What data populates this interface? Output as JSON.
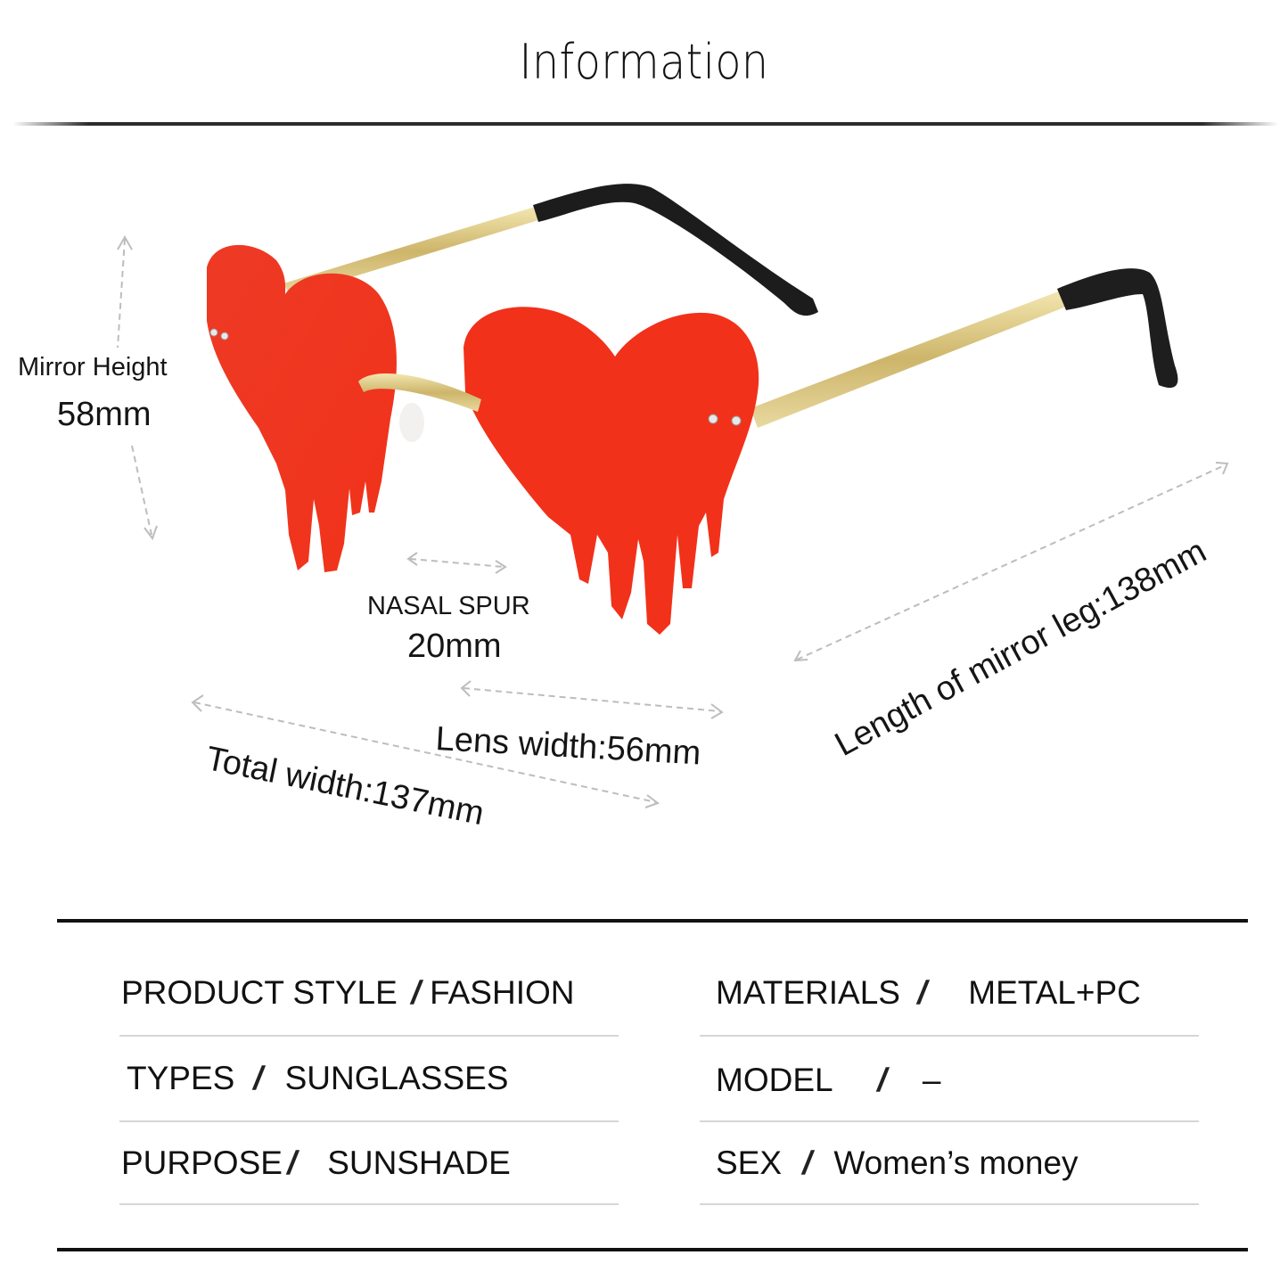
{
  "header": {
    "title": "Information"
  },
  "dimensions": {
    "mirror_height": {
      "label": "Mirror Height",
      "value": "58mm"
    },
    "nasal_spur": {
      "label": "NASAL SPUR",
      "value": "20mm"
    },
    "lens_width": {
      "text": "Lens width:56mm"
    },
    "total_width": {
      "text": "Total width:137mm"
    },
    "leg_length": {
      "text": "Length of mirror leg:138mm"
    }
  },
  "colors": {
    "lens_red": "#f2311a",
    "frame_gold": "#d9c78a",
    "tip_black": "#1c1c1c",
    "dash_gray": "#bdbdbd"
  },
  "specs": {
    "left": [
      {
        "key": "PRODUCT STYLE",
        "slash": "/",
        "value": "FASHION"
      },
      {
        "key": "TYPES",
        "slash": "/",
        "value": "SUNGLASSES"
      },
      {
        "key": "PURPOSE",
        "slash": "/",
        "value": "SUNSHADE"
      }
    ],
    "right": [
      {
        "key": "MATERIALS",
        "slash": "/",
        "value": "METAL+PC"
      },
      {
        "key": "MODEL",
        "slash": "/",
        "value": "–"
      },
      {
        "key": "SEX",
        "slash": "/",
        "value": "Women’s money"
      }
    ]
  }
}
